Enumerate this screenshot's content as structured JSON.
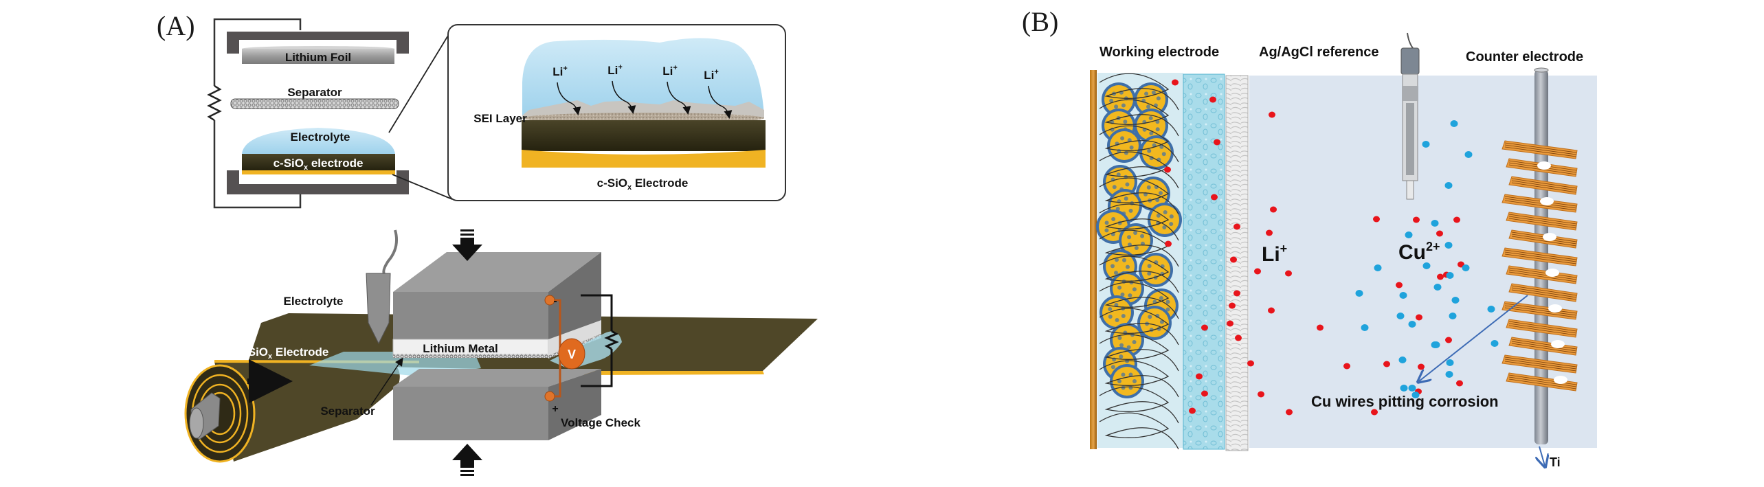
{
  "figure": {
    "panel_a": {
      "label": "(A)",
      "cell": {
        "lithium_foil": "Lithium Foil",
        "separator": "Separator",
        "electrolyte": "Electrolyte",
        "electrode_prefix": "c-SiO",
        "electrode_sub": "x",
        "electrode_suffix": " electrode"
      },
      "inset": {
        "ion_label": "Li",
        "ion_charge": "+",
        "ion_count": 4,
        "sei_layer": "SEI Layer",
        "electrode_prefix": "c-SiO",
        "electrode_sub": "x",
        "electrode_suffix": " Electrode"
      },
      "apparatus": {
        "electrolyte": "Electrolyte",
        "electrode_prefix": "c-SiO",
        "electrode_sub": "x",
        "electrode_suffix": " Electrode",
        "lithium_metal": "Lithium Metal",
        "separator": "Separator",
        "voltmeter": "V",
        "minus": "-",
        "plus": "+",
        "voltage_check": "Voltage Check"
      }
    },
    "panel_b": {
      "label": "(B)",
      "working_electrode": "Working electrode",
      "reference": "Ag/AgCl reference",
      "counter_electrode": "Counter electrode",
      "li_ion": "Li",
      "li_charge": "+",
      "cu_ion": "Cu",
      "cu_charge": "2+",
      "corrosion": "Cu wires pitting corrosion",
      "ti": "Ti"
    },
    "colors": {
      "electrolyte_blue": "#a9d8ef",
      "electrode_dark": "#3b3620",
      "copper_foil": "#f0b323",
      "bracket_gray": "#555152",
      "li_ion_red": "#e8141b",
      "cu_ion_blue": "#1fa3dc",
      "bath": "#dce5f0",
      "copper_wire": "#e99a3c",
      "arrow_blue": "#3d6bb5"
    }
  }
}
